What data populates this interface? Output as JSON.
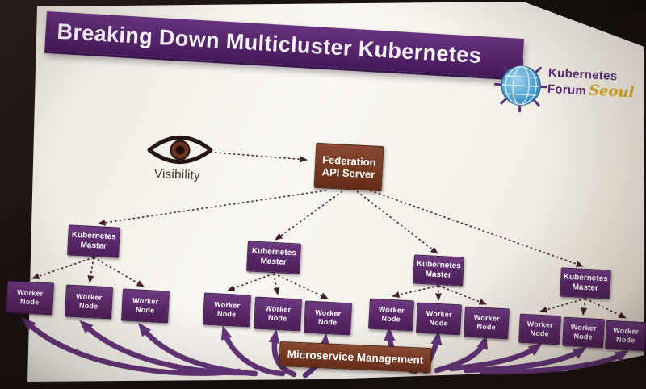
{
  "title": "Breaking Down Multicluster Kubernetes",
  "logo": {
    "org": "Kubernetes",
    "event": "Forum",
    "city": "Seoul"
  },
  "visibility": {
    "label": "Visibility"
  },
  "federation": {
    "label": "Federation\nAPI Server"
  },
  "microservice": {
    "label": "Microservice Management"
  },
  "clusters": [
    {
      "master": "Kubernetes\nMaster",
      "workers": [
        "Worker\nNode",
        "Worker\nNode",
        "Worker\nNode"
      ]
    },
    {
      "master": "Kubernetes\nMaster",
      "workers": [
        "Worker\nNode",
        "Worker\nNode",
        "Worker\nNode"
      ]
    },
    {
      "master": "Kubernetes\nMaster",
      "workers": [
        "Worker\nNode",
        "Worker\nNode",
        "Worker\nNode"
      ]
    },
    {
      "master": "Kubernetes\nMaster",
      "workers": [
        "Worker\nNode",
        "Worker\nNode",
        "Worker\nNode"
      ]
    }
  ],
  "colors": {
    "banner_purple": "#5b2a78",
    "node_purple": "#5e2c6f",
    "server_brown": "#7a3b28",
    "flow_arrow_purple": "#5c2b74",
    "dotted_arrow": "#43202e",
    "logo_gold": "#d9a520"
  }
}
